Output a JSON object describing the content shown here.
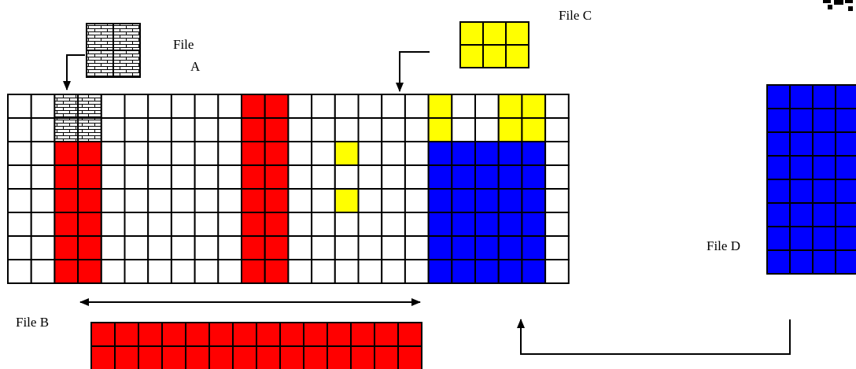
{
  "labels": {
    "file_a_line1": "File",
    "file_a_line2": "A",
    "file_b": "File B",
    "file_c": "File C",
    "file_d": "File D"
  },
  "colors": {
    "grid_line": "#000000",
    "empty": "#ffffff",
    "red": "#ff0000",
    "yellow": "#ffff00",
    "blue": "#0000ff"
  },
  "disk": {
    "rows": 8,
    "cols": 24,
    "filled": [
      {
        "rows": [
          0,
          1
        ],
        "cols": [
          2,
          3
        ],
        "fill": "brick"
      },
      {
        "rows": [
          2,
          3,
          4,
          5,
          6,
          7
        ],
        "cols": [
          2,
          3
        ],
        "fill": "red"
      },
      {
        "rows": [
          0,
          1,
          2,
          3,
          4,
          5,
          6,
          7
        ],
        "cols": [
          10,
          11
        ],
        "fill": "red"
      },
      {
        "rows": [
          2
        ],
        "cols": [
          14
        ],
        "fill": "yellow"
      },
      {
        "rows": [
          4
        ],
        "cols": [
          14
        ],
        "fill": "yellow"
      },
      {
        "rows": [
          0,
          1
        ],
        "cols": [
          18
        ],
        "fill": "yellow"
      },
      {
        "rows": [
          0,
          1
        ],
        "cols": [
          21,
          22
        ],
        "fill": "yellow"
      },
      {
        "rows": [
          2,
          3,
          4,
          5,
          6,
          7
        ],
        "cols": [
          18,
          19,
          20,
          21,
          22
        ],
        "fill": "blue"
      }
    ]
  },
  "file_a_block": {
    "rows": 2,
    "cols": 2,
    "fill": "brick"
  },
  "file_b_block": {
    "rows": 2,
    "cols": 14,
    "fill": "red"
  },
  "file_c_block": {
    "rows": 2,
    "cols": 3,
    "fill": "yellow"
  },
  "file_d_block": {
    "rows": 8,
    "cols": 4,
    "fill": "blue"
  }
}
